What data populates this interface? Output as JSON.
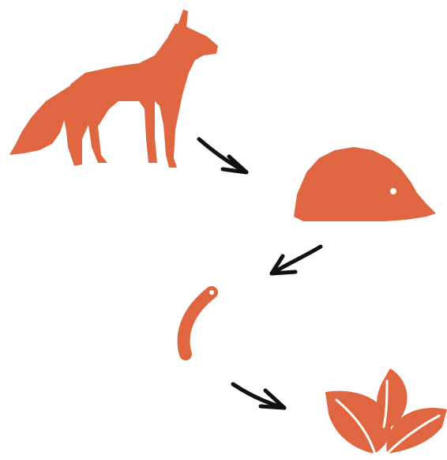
{
  "diagram": {
    "type": "food-chain",
    "accent_color": "#df6640",
    "arrow_color": "#111111",
    "nodes": [
      {
        "id": "fox",
        "icon": "fox-icon"
      },
      {
        "id": "hedgehog",
        "icon": "hedgehog-icon"
      },
      {
        "id": "worm",
        "icon": "worm-icon"
      },
      {
        "id": "leaves",
        "icon": "leaves-icon"
      }
    ],
    "edges": [
      {
        "from": "fox",
        "to": "hedgehog",
        "arrow": "arrow-1-icon"
      },
      {
        "from": "hedgehog",
        "to": "worm",
        "arrow": "arrow-2-icon"
      },
      {
        "from": "worm",
        "to": "leaves",
        "arrow": "arrow-3-icon"
      }
    ]
  }
}
